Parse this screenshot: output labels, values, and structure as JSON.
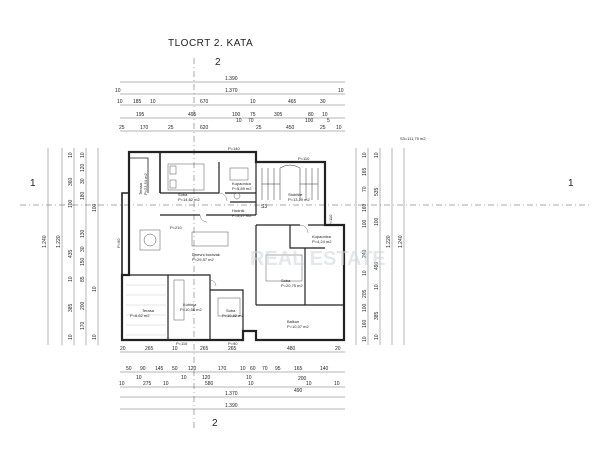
{
  "title": "TLOCRT 2. KATA",
  "area_note": "S3=111,75 m2",
  "section_labels": {
    "top": "2",
    "bottom": "2",
    "left": "1",
    "right": "1"
  },
  "watermark": "REAL ESTATE",
  "top_dims": {
    "row1": [
      "1.390"
    ],
    "row2": [
      "10",
      "1.370",
      "10"
    ],
    "row3": [
      "10",
      "185",
      "10",
      "670",
      "10",
      "465",
      "30"
    ],
    "row4": [
      "195",
      "495",
      "100",
      "75",
      "305",
      "80",
      "10"
    ],
    "row4b": [
      "10",
      "70",
      "100",
      "5"
    ],
    "row5": [
      "25",
      "170",
      "25",
      "620",
      "25",
      "450",
      "25",
      "10"
    ]
  },
  "bottom_dims": {
    "row1": [
      "20",
      "265",
      "10",
      "265",
      "265",
      "480",
      "20"
    ],
    "row2": [
      "50",
      "90",
      "145",
      "50",
      "120",
      "170",
      "10",
      "60",
      "70",
      "95",
      "165",
      "200",
      "140"
    ],
    "row2b": [
      "10",
      "10",
      "120",
      "10",
      "10"
    ],
    "row3": [
      "10",
      "275",
      "10",
      "580",
      "10",
      "490",
      "10"
    ],
    "row4": [
      "1.370"
    ],
    "row5": [
      "1.390"
    ]
  },
  "left_dims": {
    "outer": [
      "1.240"
    ],
    "mid": [
      "1.220"
    ],
    "inner": [
      "10",
      "360",
      "100",
      "435",
      "10",
      "385",
      "10"
    ],
    "small": [
      "10",
      "120",
      "30",
      "180",
      "100",
      "130",
      "30",
      "150",
      "85",
      "10",
      "200",
      "170",
      "10"
    ]
  },
  "right_dims": {
    "outer": [
      "1.240"
    ],
    "mid": [
      "1.220"
    ],
    "inner": [
      "10",
      "535",
      "100",
      "490",
      "10",
      "385",
      "10"
    ],
    "small": [
      "10",
      "165",
      "70",
      "160",
      "100",
      "240",
      "10",
      "205",
      "100",
      "160",
      "10"
    ]
  },
  "rooms": [
    {
      "name": "Terasa",
      "area": "P=23,54 m2"
    },
    {
      "name": "Soba",
      "area": "P=14,82 m2"
    },
    {
      "name": "Kupaonica",
      "area": "P=5,89 m2"
    },
    {
      "name": "Hodnik",
      "area": "P=3,27 m2"
    },
    {
      "name": "Stubište",
      "area": "P=13,29 m2"
    },
    {
      "name": "Kupaonica",
      "area": "P=4,24 m2"
    },
    {
      "name": "Dnevni boravak",
      "area": "P=29,57 m2"
    },
    {
      "name": "Soba",
      "area": "P=20,75 m2"
    },
    {
      "name": "Terasa",
      "area": "P=6,62 m2"
    },
    {
      "name": "Kuhinja",
      "area": "P=10,58 m2"
    },
    {
      "name": "Soba",
      "area": "P=10,82 m2"
    },
    {
      "name": "Balkon",
      "area": "P=10,07 m2"
    }
  ],
  "heights": [
    "P=140",
    "P=110",
    "P=90",
    "P=210",
    "P=115",
    "P=90",
    "P=110"
  ],
  "stair_label": "S3"
}
